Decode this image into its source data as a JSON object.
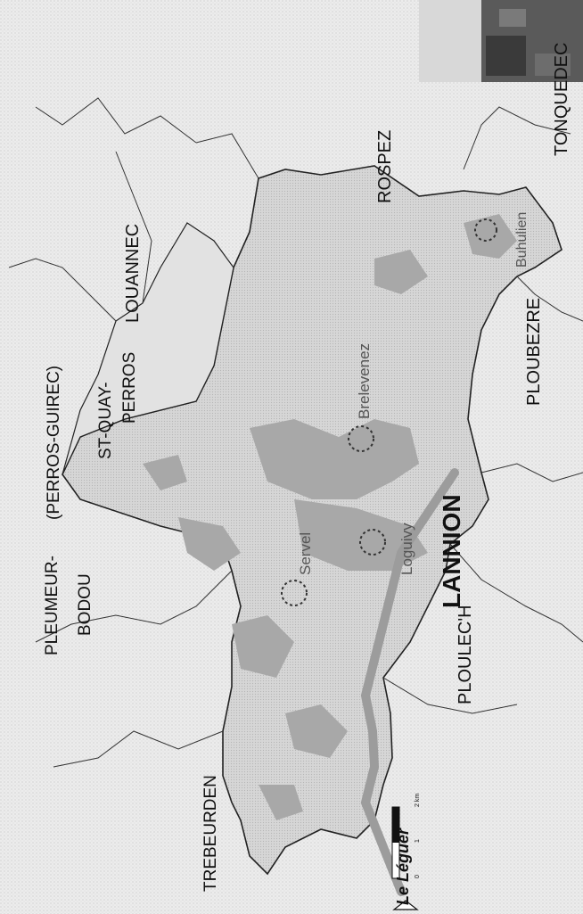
{
  "map": {
    "labels": {
      "perros_guirec": "(PERROS-GUIREC)",
      "st_quay_1": "ST-QUAY-",
      "st_quay_2": "PERROS",
      "louannec": "LOUANNEC",
      "rospez": "ROSPEZ",
      "tonquedec": "TONQUEDEC",
      "pleumeur_1": "PLEUMEUR-",
      "pleumeur_2": "BODOU",
      "trebeurden": "TREBEURDEN",
      "ploulech": "PLOULEC'H",
      "lannion": "LANNION",
      "ploubezre": "PLOUBEZRE",
      "brelevenez": "Brelevenez",
      "buhulien": "Buhulien",
      "servel": "Servel",
      "loguivy": "Loguivy",
      "le_leguer": "Le Léguer"
    },
    "scale": {
      "t0": "0",
      "t1": "1",
      "t2": "2 km"
    },
    "colors": {
      "background": "#f4f4f4",
      "commune_fill": "#d9d9d9",
      "urban_fill": "#a8a8a8",
      "border": "#222222",
      "river": "#9c9c9c"
    },
    "icons": {
      "north": "north-arrow-icon"
    }
  }
}
